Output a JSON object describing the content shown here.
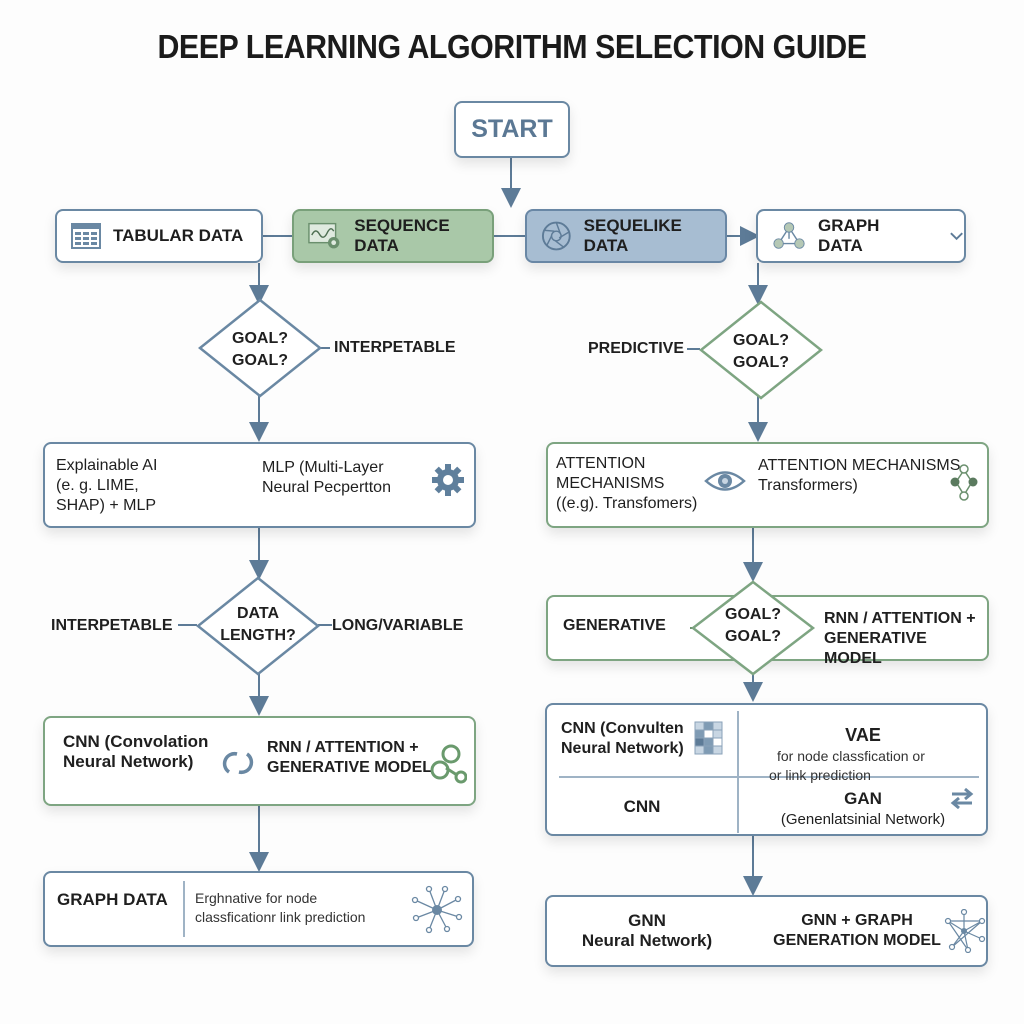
{
  "title": "DEEP LEARNING ALGORITHM SELECTION GUIDE",
  "start": "START",
  "data_types": [
    {
      "label": "TABULAR DATA",
      "icon": "table-icon"
    },
    {
      "label": "SEQUENCE DATA",
      "icon": "chart-gear-icon"
    },
    {
      "label": "SEQUELIKE DATA",
      "icon": "aperture-icon"
    },
    {
      "label": "GRAPH DATA",
      "icon": "graph-nodes-icon",
      "chevron": "chevron-down-icon"
    }
  ],
  "left": {
    "decision1": {
      "text": [
        "GOAL?",
        "GOAL?"
      ],
      "branch": "INTERPETABLE"
    },
    "result1": {
      "left_text": [
        "Explainable AI",
        "(e. g. LIME,",
        "SHAP) + MLP"
      ],
      "right_text": [
        "MLP (Multi-Layer",
        "Neural Pecpertton"
      ],
      "icon": "gear-icon"
    },
    "decision2": {
      "text": [
        "DATA",
        "LENGTH?"
      ],
      "branch_left": "INTERPETABLE",
      "branch_right": "LONG/VARIABLE"
    },
    "result2": {
      "left_text": [
        "CNN (Convolation",
        "Neural Network)"
      ],
      "mid_icon": "loop-icon",
      "right_text": [
        "RNN / ATTENTION +",
        "GENERATIVE MODEL"
      ],
      "icon": "molecule-icon"
    },
    "result3": {
      "left_text": "GRAPH DATA",
      "right_text": [
        "Erghnative for node",
        "classficationr link prediction"
      ],
      "icon": "network-star-icon"
    }
  },
  "right": {
    "decision1": {
      "text": [
        "GOAL?",
        "GOAL?"
      ],
      "branch": "PREDICTIVE"
    },
    "result1": {
      "left_text": [
        "ATTENTION",
        "MECHANISMS",
        "((e.g). Transfomers)"
      ],
      "mid_icon": "eye-icon",
      "right_text": [
        "ATTENTION MECHANISMS",
        "Transformers)"
      ],
      "icon": "node-link-icon"
    },
    "decision2": {
      "text": [
        "GOAL?",
        "GOAL?"
      ],
      "branch_left": "GENERATIVE",
      "right_text": [
        "RNN / ATTENTION +",
        "GENERATIVE MODEL"
      ]
    },
    "grid": {
      "top_left": [
        "CNN (Convulten",
        "Neural Network)"
      ],
      "top_left_icon": "grid-icon",
      "top_right_title": "VAE",
      "top_right_sub": [
        "for node classfication or",
        "or link prediction"
      ],
      "bottom_left": "CNN",
      "bottom_right_title": "GAN",
      "bottom_right_sub": "(Genenlatsinial Network)",
      "bottom_right_icon": "swap-arrows-icon"
    },
    "result3": {
      "left_text": [
        "GNN",
        "Neural Network)"
      ],
      "right_text": [
        "GNN + GRAPH",
        "GENERATION MODEL"
      ],
      "icon": "network-mesh-icon"
    }
  },
  "colors": {
    "blue": "#6a88a3",
    "green": "#7ea582",
    "seq_fill": "#a9c8a8",
    "seql_fill": "#a7bdd2",
    "start_text": "#5b7894"
  }
}
